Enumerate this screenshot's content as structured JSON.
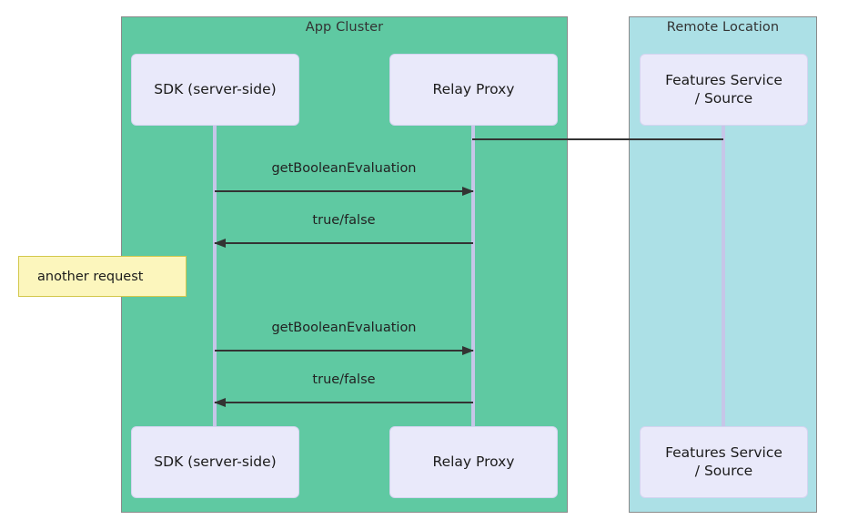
{
  "diagram": {
    "type": "sequence-diagram",
    "groups": [
      {
        "id": "app-cluster",
        "label": "App Cluster",
        "color": "#5fc9a2"
      },
      {
        "id": "remote-location",
        "label": "Remote Location",
        "color": "#ace0e6"
      }
    ],
    "participants": [
      {
        "id": "sdk",
        "label": "SDK (server-side)",
        "group": "app-cluster"
      },
      {
        "id": "relay",
        "label": "Relay Proxy",
        "group": "app-cluster"
      },
      {
        "id": "features",
        "label": "Features Service\n/ Source",
        "group": "remote-location"
      }
    ],
    "messages": [
      {
        "id": "msg-1",
        "label": "getBooleanEvaluation",
        "from": "sdk",
        "to": "relay",
        "direction": "right"
      },
      {
        "id": "msg-2",
        "label": "true/false",
        "from": "relay",
        "to": "sdk",
        "direction": "left"
      },
      {
        "id": "msg-3",
        "label": "getBooleanEvaluation",
        "from": "sdk",
        "to": "relay",
        "direction": "right"
      },
      {
        "id": "msg-4",
        "label": "true/false",
        "from": "relay",
        "to": "sdk",
        "direction": "left"
      }
    ],
    "connectors": [
      {
        "id": "relay-features",
        "from": "relay",
        "to": "features",
        "label": ""
      }
    ],
    "notes": [
      {
        "id": "another-request",
        "label": "another request",
        "color": "#fcf6bd"
      }
    ],
    "colors": {
      "app_cluster_fill": "#5fc9a2",
      "remote_location_fill": "#ace0e6",
      "participant_fill": "#e9e9fa",
      "lifeline": "#c6c6e8",
      "arrow": "#333333",
      "note_fill": "#fcf6bd",
      "note_border": "#d3c84c"
    }
  }
}
